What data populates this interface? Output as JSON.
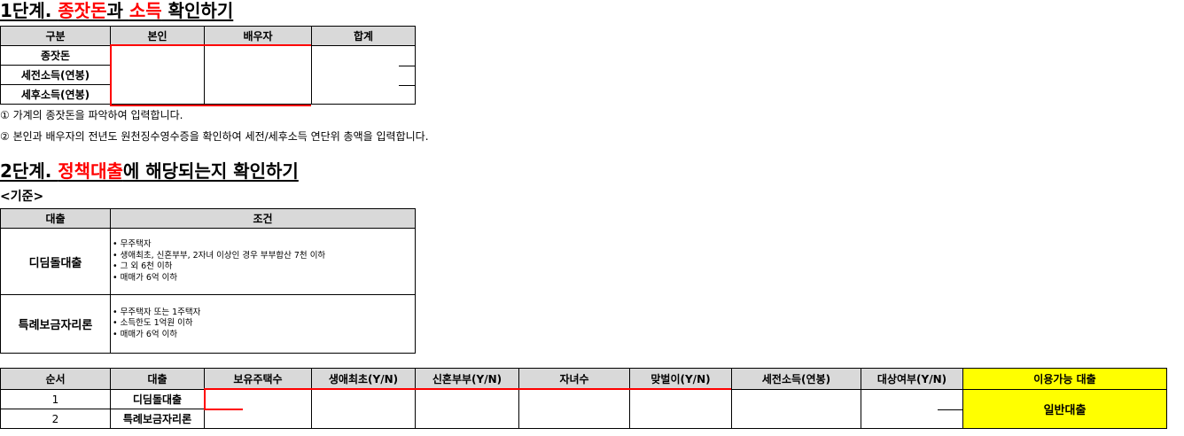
{
  "step1": {
    "title_prefix": "1단계. ",
    "title_red1": "종잣돈",
    "title_mid": "과 ",
    "title_red2": "소득",
    "title_suffix": " 확인하기",
    "headers": [
      "구분",
      "본인",
      "배우자",
      "합계"
    ],
    "rows": [
      "종잣돈",
      "세전소득(연봉)",
      "세후소득(연봉)"
    ],
    "note1": "① 가계의 종잣돈을 파악하여 입력합니다.",
    "note2": "② 본인과 배우자의 전년도 원천징수영수증을 확인하여 세전/세후소득 연단위 총액을 입력합니다."
  },
  "step2": {
    "title_prefix": "2단계. ",
    "title_red": "정책대출",
    "title_suffix": "에 해당되는지 확인하기",
    "criteria_label": "<기준>",
    "criteria_headers": [
      "대출",
      "조건"
    ],
    "criteria": [
      {
        "loan": "디딤돌대출",
        "conditions": [
          "• 무주택자",
          "• 생애최초, 신혼부부, 2자녀 이상인 경우 부부합산 7천 이하",
          "• 그 외 6천 이하",
          "• 매매가 6억 이하"
        ]
      },
      {
        "loan": "특례보금자리론",
        "conditions": [
          "• 무주택자 또는 1주택자",
          "• 소득한도 1억원 이하",
          "• 매매가 6억 이하"
        ]
      }
    ],
    "check_headers": [
      "순서",
      "대출",
      "보유주택수",
      "생애최초(Y/N)",
      "신혼부부(Y/N)",
      "자녀수",
      "맞벌이(Y/N)",
      "세전소득(연봉)",
      "대상여부(Y/N)",
      "이용가능 대출"
    ],
    "check_rows": [
      {
        "no": "1",
        "loan": "디딤돌대출"
      },
      {
        "no": "2",
        "loan": "특례보금자리론"
      }
    ],
    "available_loan": "일반대출",
    "accent_red": "#ff0000",
    "highlight_yellow": "#ffff00",
    "header_gray": "#d9d9d9"
  }
}
